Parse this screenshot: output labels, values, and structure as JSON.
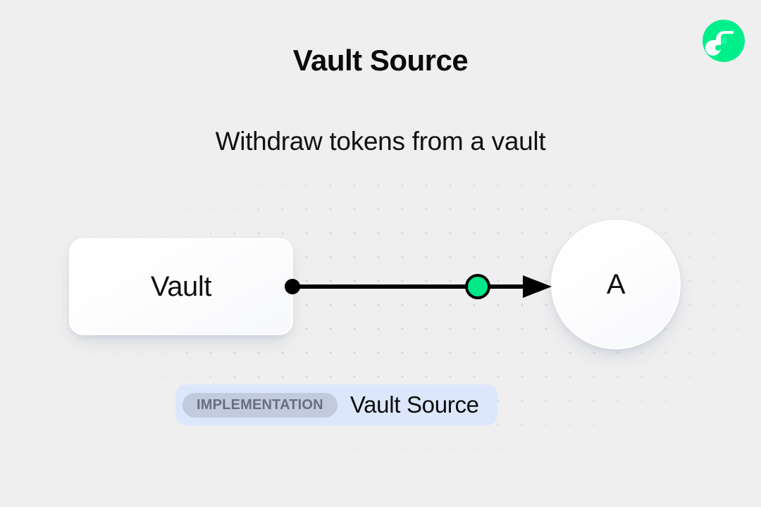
{
  "page": {
    "background_color": "#efefef",
    "title": "Vault Source",
    "subtitle": "Withdraw tokens from a vault"
  },
  "logo": {
    "name": "flow-logo",
    "circle_color": "#00ef8b",
    "mark_color": "#ffffff"
  },
  "diagram": {
    "type": "flow-diagram",
    "nodes": [
      {
        "id": "vault",
        "label": "Vault",
        "shape": "rounded-rect"
      },
      {
        "id": "a",
        "label": "A",
        "shape": "circle"
      }
    ],
    "edge": {
      "from": "vault",
      "to": "a",
      "source_handle_color": "#000000",
      "midpoint_marker_color": "#00e887",
      "line_color": "#000000",
      "arrowhead": "triangle"
    }
  },
  "badge": {
    "chip_label": "IMPLEMENTATION",
    "title": "Vault Source",
    "pill_color": "#dce7fb",
    "chip_color": "#c2cbdd",
    "chip_text_color": "#67707e"
  }
}
